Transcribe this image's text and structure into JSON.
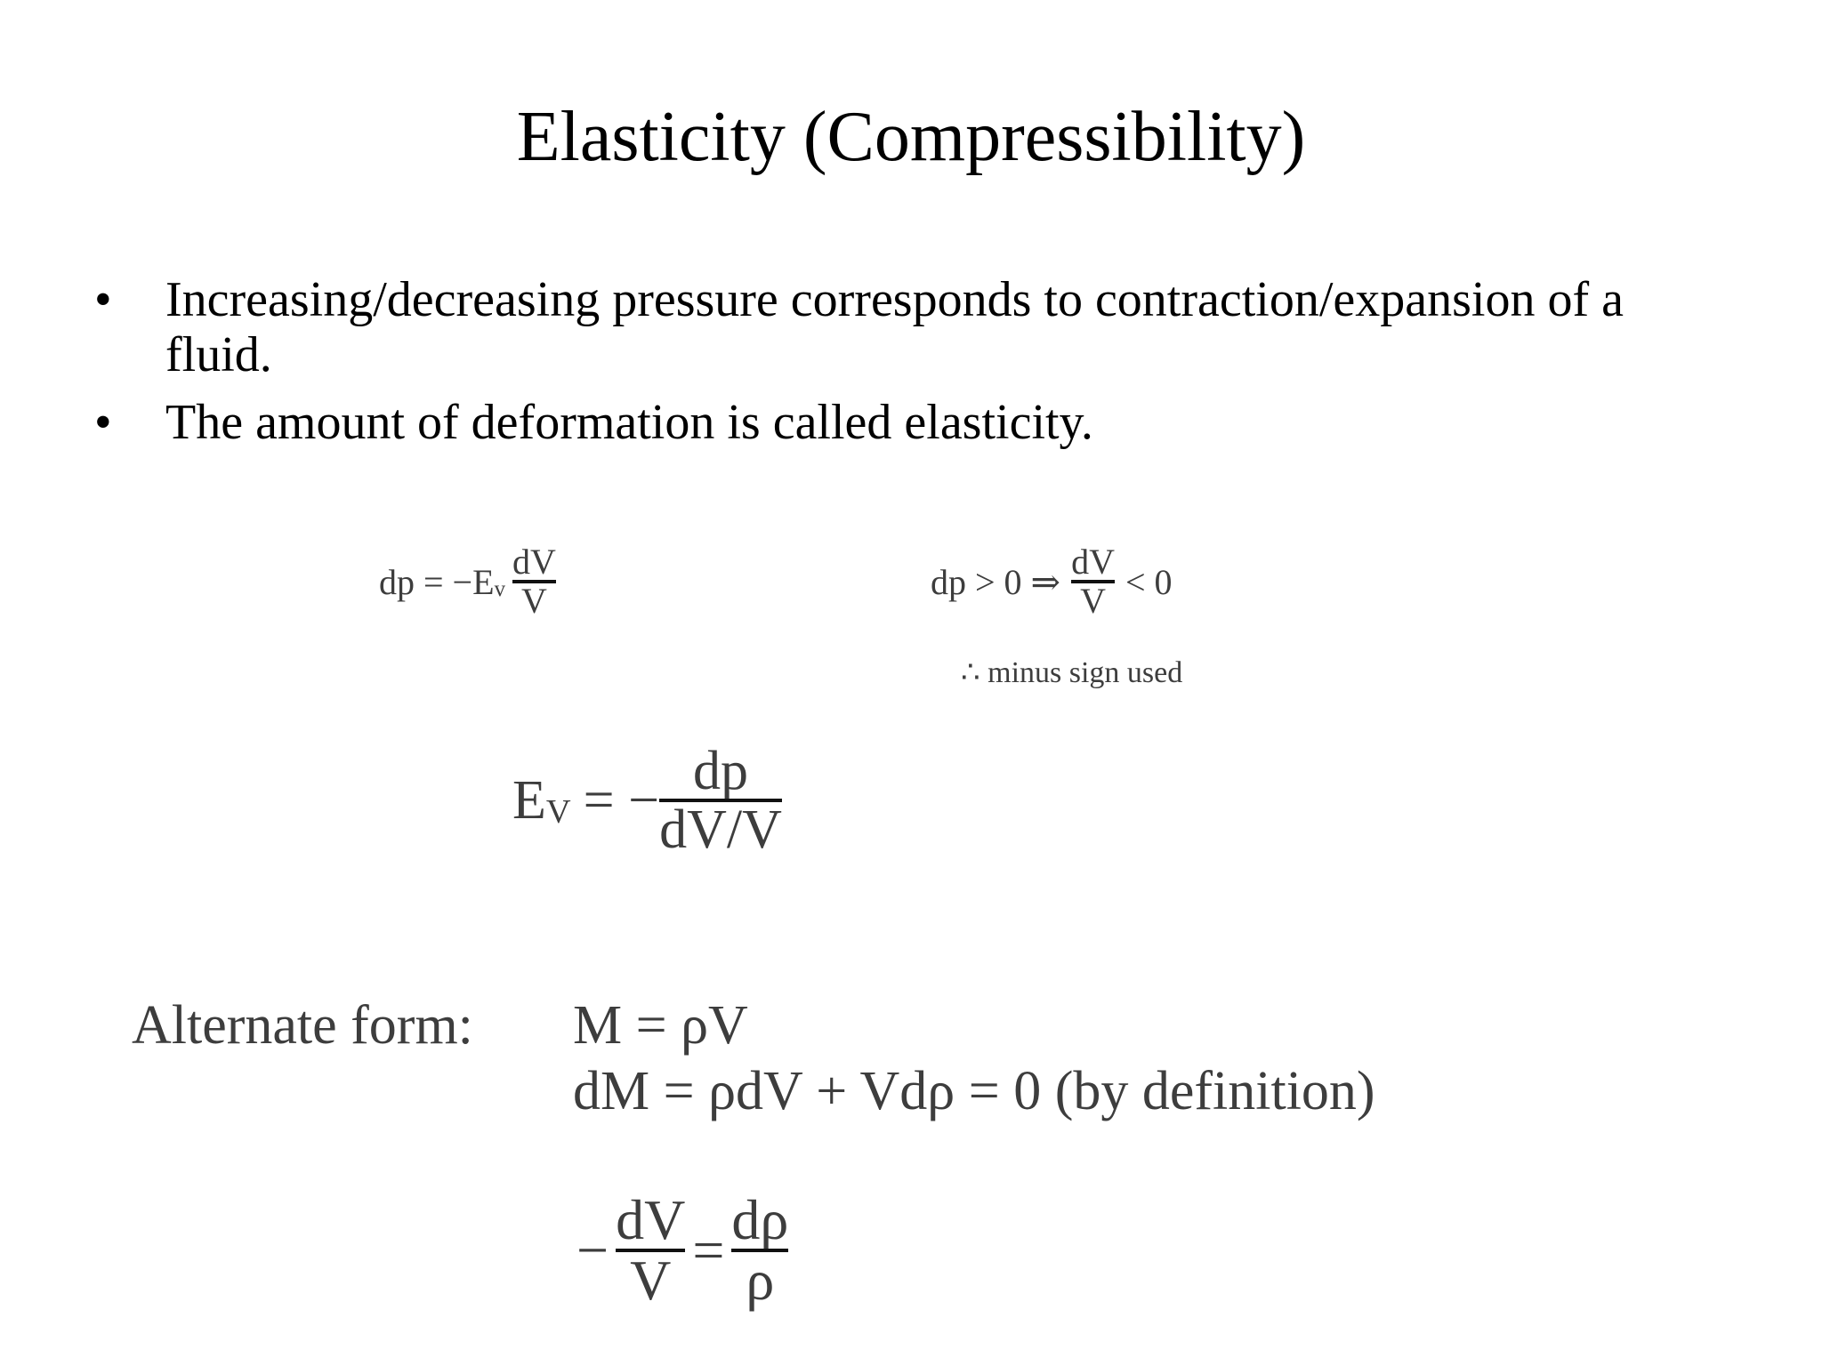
{
  "slide": {
    "title": "Elasticity (Compressibility)",
    "bullets": [
      {
        "marker": "•",
        "text": "Increasing/decreasing pressure corresponds to contraction/expansion of a fluid."
      },
      {
        "marker": "•",
        "text": "The amount of deformation is called elasticity."
      }
    ]
  },
  "equations": {
    "eq1": {
      "lhs": "dp = −E",
      "sub": "v",
      "num": "dV",
      "den": "V"
    },
    "eq2": {
      "lhs": "dp > 0 ⇒",
      "num": "dV",
      "den": "V",
      "rhs": "< 0",
      "note": "∴  minus sign used"
    },
    "eq3": {
      "lhs": "E",
      "sub": "V",
      "eq": "= −",
      "num": "dp",
      "den": "dV/V"
    },
    "alternate": {
      "label": "Alternate form:",
      "line1": "M = ρV",
      "line2": "dM = ρdV + Vdρ = 0  (by definition)"
    },
    "eq4": {
      "minus": "−",
      "num1": "dV",
      "den1": "V",
      "eq": "=",
      "num2": "dρ",
      "den2": "ρ"
    }
  }
}
